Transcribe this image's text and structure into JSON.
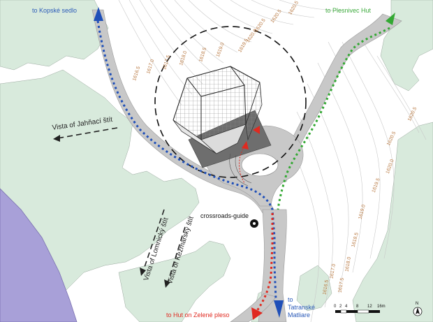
{
  "destinations": {
    "kopske": "to Kopské sedlo",
    "plesnivec": "to Plesnivec Hut",
    "zelene": "to Hut on Zelené pleso",
    "tatranske_to": "to",
    "tatranske_1": "Tatranské",
    "tatranske_2": "Matliare"
  },
  "vistas": {
    "jahnaci": "Vista of Jahňací štít",
    "lomnicky": "Vista of Lomnický štít",
    "kezmarsky": "Vista of Kežmarský štít"
  },
  "guide_label": "crossroads-guide",
  "contour_labels": [
    "1620.5",
    "1620.5",
    "1620.5",
    "1620.0",
    "1619.5",
    "1619.0",
    "1618.5",
    "1618.0",
    "1617.5",
    "1617.0",
    "1616.5",
    "1620.5",
    "1620.5",
    "1620.0",
    "1619.5",
    "1619.0",
    "1618.5",
    "1618.0",
    "1617.5",
    "1617.0",
    "1616.5"
  ],
  "scale": {
    "ticks": [
      "0",
      "2",
      "4",
      "8",
      "12",
      "16m"
    ]
  },
  "north_label": "N",
  "colors": {
    "forest": "#d8eadc",
    "path": "#c8c8c8",
    "water": "#a8a0d8",
    "blue_route": "#1f4fb8",
    "green_route": "#33a833",
    "red_route": "#e02a20"
  }
}
